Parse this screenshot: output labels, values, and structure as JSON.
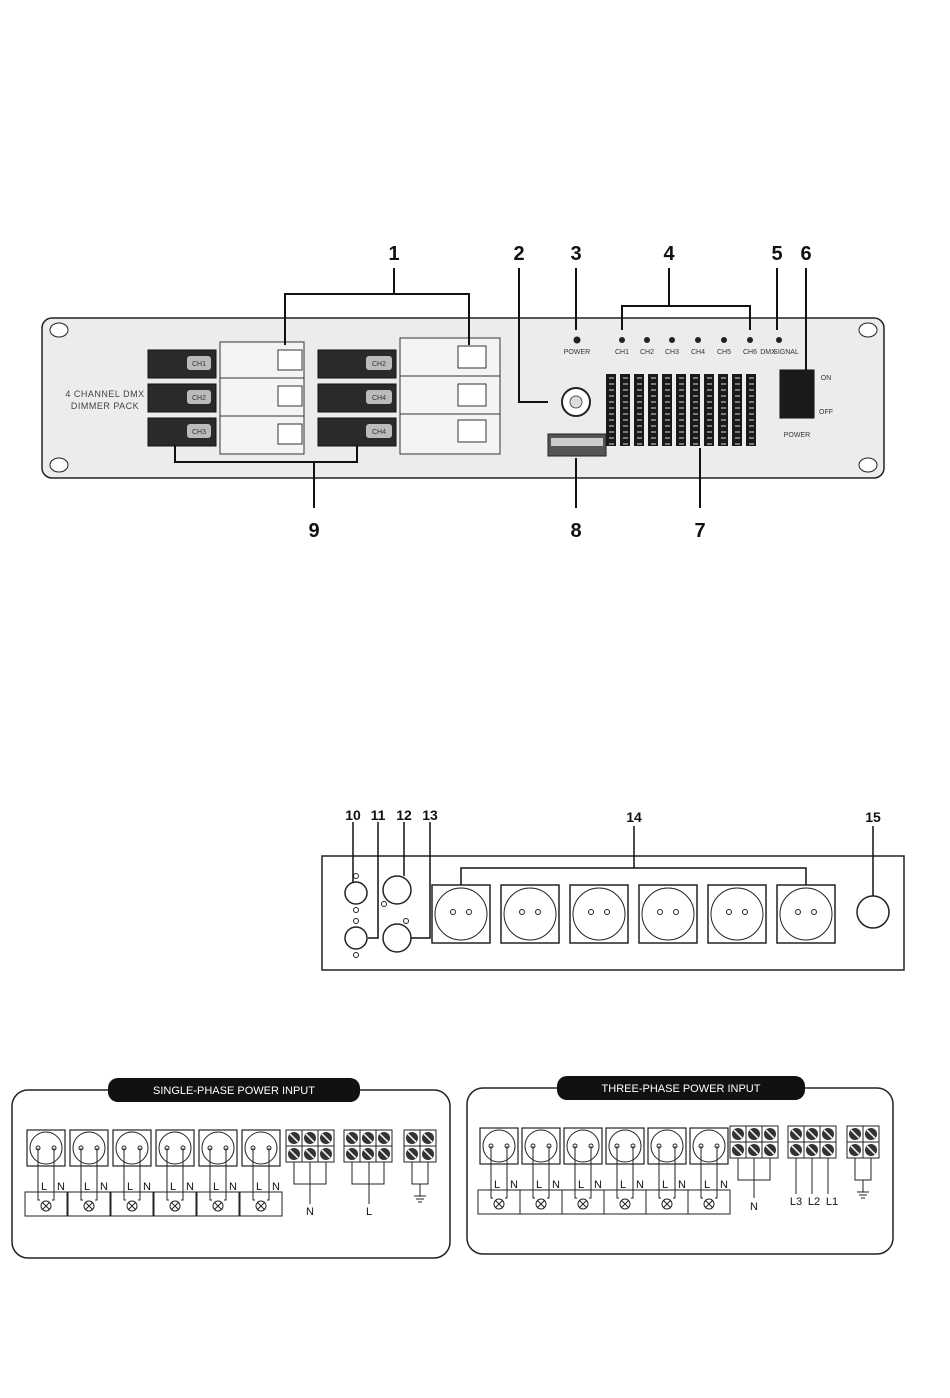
{
  "front_panel": {
    "title_lines": [
      "4 CHANNEL DMX",
      "DIMMER PACK"
    ],
    "callouts": [
      "1",
      "2",
      "3",
      "4",
      "5",
      "6",
      "7",
      "8",
      "9"
    ],
    "channel_labels": [
      "CH1",
      "CH2",
      "CH3",
      "CH2",
      "CH4",
      "CH4"
    ],
    "power_label": "POWER",
    "led_labels": [
      "CH1",
      "CH2",
      "CH3",
      "CH4",
      "CH5",
      "CH6",
      "DMX",
      "SIGNAL"
    ],
    "switch_labels": [
      "ON",
      "OFF"
    ]
  },
  "rear_panel": {
    "callouts": [
      "10",
      "11",
      "12",
      "13",
      "14",
      "15"
    ]
  },
  "wiring": {
    "single_phase": {
      "title": "SINGLE-PHASE POWER INPUT",
      "outlet_letters": [
        "L",
        "N"
      ],
      "terminal_labels": [
        "N",
        "L"
      ]
    },
    "three_phase": {
      "title": "THREE-PHASE POWER INPUT",
      "outlet_letters": [
        "L",
        "N"
      ],
      "terminal_labels": [
        "N",
        "L3",
        "L2",
        "L1"
      ]
    }
  }
}
